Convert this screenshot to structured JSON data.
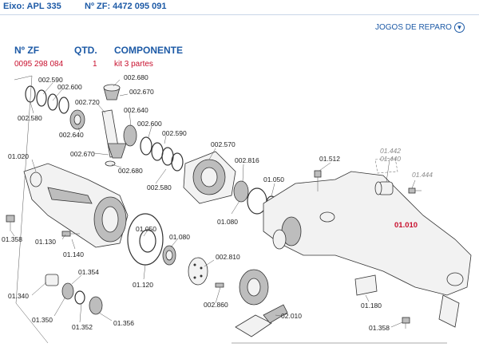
{
  "header": {
    "eixo_label": "Eixo: APL 335",
    "nzf_label": "Nº ZF: 4472 095 091"
  },
  "jogos_link": "JOGOS DE REPARO",
  "table": {
    "headers": [
      "Nº ZF",
      "QTD.",
      "COMPONENTE"
    ],
    "row": [
      "0095 298 084",
      "1",
      "kit 3 partes"
    ]
  },
  "labels": {
    "l002590a": "002.590",
    "l002600a": "002.600",
    "l002580a": "002.580",
    "l002680a": "002.680",
    "l002670a": "002.670",
    "l002720": "002.720",
    "l002640a": "002.640",
    "l002640b": "002.640",
    "l002600b": "002.600",
    "l002590b": "002.590",
    "l002670b": "002.670",
    "l002680b": "002.680",
    "l002580b": "002.580",
    "l002570": "002.570",
    "l002816": "002.816",
    "l01050a": "01.050",
    "l01080a": "01.080",
    "l01512": "01.512",
    "l01442": "01.442",
    "l01440": "01.440",
    "l01444": "01.444",
    "l01010": "01.010",
    "l01020": "01.020",
    "l01358a": "01.358",
    "l01130": "01.130",
    "l01140": "01.140",
    "l01050b": "01.050",
    "l01080b": "01.080",
    "l01120": "01.120",
    "l002810": "002.810",
    "l01354": "01.354",
    "l01340": "01.340",
    "l01350": "01.350",
    "l01352": "01.352",
    "l01356": "01.356",
    "l002860": "002.860",
    "l02010": "02.010",
    "l01180": "01.180",
    "l01358b": "01.358"
  }
}
